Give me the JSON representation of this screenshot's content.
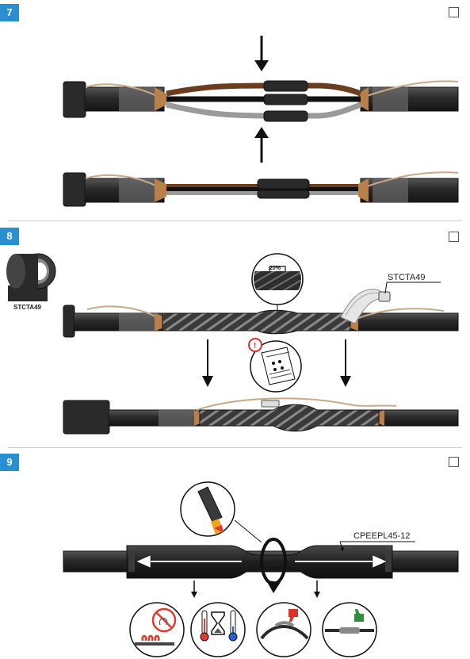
{
  "steps": [
    {
      "number": "7"
    },
    {
      "number": "8"
    },
    {
      "number": "9"
    }
  ],
  "step8": {
    "tape_roll_label": "STCTA49",
    "tape_callout_label": "STCTA49",
    "overlap_label": "20%",
    "warning_glyph": "!"
  },
  "step9": {
    "sleeve_label": "CPEEPL45-12"
  },
  "colors": {
    "badge": "#2a8fd0",
    "cable": "#2b2b2b",
    "brown_wire": "#6b3d1f",
    "grey_wire": "#9a9a9a",
    "tape_screen": "#c08a52",
    "heat_flame": "#e23b2e",
    "thumbs_down": "#d8312a",
    "thumbs_up": "#2e8f3a"
  },
  "icons": [
    "arrow-down-icon",
    "arrow-up-icon",
    "tape-roll-icon",
    "magnifier-icon",
    "warning-icon",
    "instruction-sheet-icon",
    "heat-gun-icon",
    "rotate-arrow-icon",
    "no-open-flame-icon",
    "thermometer-icon",
    "hourglass-icon",
    "thumbs-down-icon",
    "thumbs-up-icon"
  ]
}
